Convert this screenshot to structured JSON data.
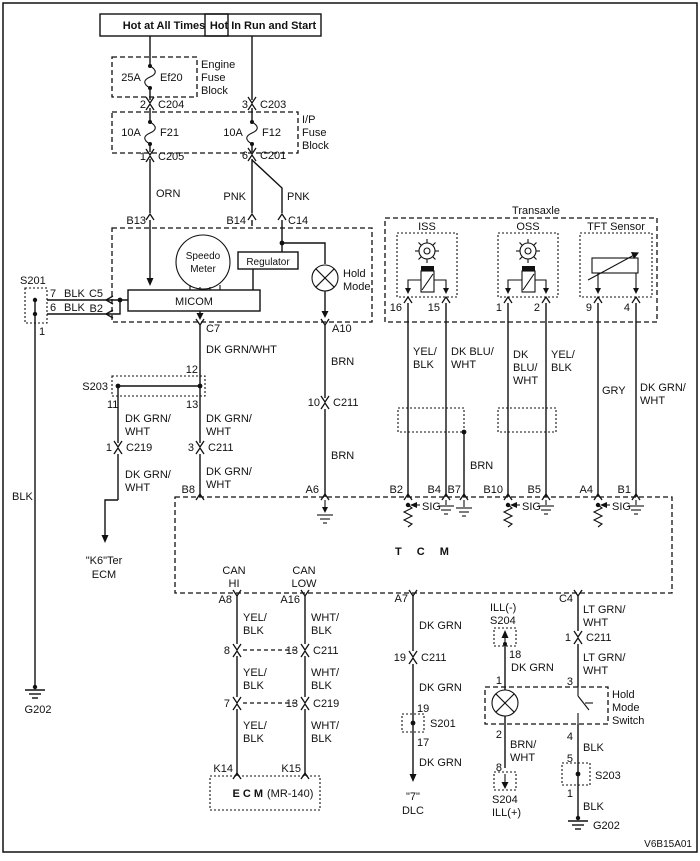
{
  "colors": {
    "line": "#111111",
    "background": "#ffffff"
  },
  "power": {
    "hot1": "Hot at All Times",
    "hot2": "Hot In Run and Start",
    "fuse_ef20_amp": "25A",
    "fuse_ef20_id": "Ef20",
    "efb": [
      "Engine",
      "Fuse",
      "Block"
    ],
    "c204_pin": "2",
    "c204": "C204",
    "c203_pin": "3",
    "c203": "C203",
    "fuse_f21_amp": "10A",
    "fuse_f21_id": "F21",
    "fuse_f12_amp": "10A",
    "fuse_f12_id": "F12",
    "ipfb": [
      "I/P",
      "Fuse",
      "Block"
    ],
    "c205_pin": "1",
    "c205": "C205",
    "c201_pin": "6",
    "c201": "C201",
    "orn": "ORN",
    "pnk1": "PNK",
    "pnk2": "PNK"
  },
  "cluster": {
    "b13": "B13",
    "b14": "B14",
    "c14": "C14",
    "speedo": [
      "Speedo",
      "Meter"
    ],
    "regulator": "Regulator",
    "micom": "MICOM",
    "hold": [
      "Hold",
      "Mode"
    ],
    "c7": "C7",
    "a10": "A10",
    "c5": "C5",
    "b2": "B2"
  },
  "s201_left": {
    "name": "S201",
    "p7": "7",
    "p6": "6",
    "blk1": "BLK",
    "blk2": "BLK",
    "p1": "1",
    "blk3": "BLK",
    "gnd": "G202"
  },
  "s203_mid": {
    "name": "S203",
    "p12": "12",
    "p11": "11",
    "p13": "13"
  },
  "branch_c7": {
    "w1": "DK GRN/WHT",
    "w2": [
      "DK GRN/",
      "WHT"
    ],
    "c211_pin": "3",
    "c211": "C211",
    "w3": [
      "DK GRN/",
      "WHT"
    ],
    "pin": "B8"
  },
  "branch_11": {
    "w1": [
      "DK GRN/",
      "WHT"
    ],
    "c219_pin": "1",
    "c219": "C219",
    "w2": [
      "DK GRN/",
      "WHT"
    ],
    "dest": [
      "\"K6\"Ter",
      "ECM"
    ]
  },
  "branch_hold": {
    "w1": "BRN",
    "c211_pin": "10",
    "c211": "C211",
    "w2": "BRN",
    "pin": "A6"
  },
  "transaxle": {
    "title": "Transaxle",
    "iss": "ISS",
    "oss": "OSS",
    "tft": "TFT Sensor",
    "p16": "16",
    "p15": "15",
    "p1": "1",
    "p2": "2",
    "p9": "9",
    "p4": "4",
    "w16": [
      "YEL/",
      "BLK"
    ],
    "w15": [
      "DK BLU/",
      "WHT"
    ],
    "w1": [
      "DK",
      "BLU/",
      "WHT"
    ],
    "w2": [
      "YEL/",
      "BLK"
    ],
    "w9": "GRY",
    "w4": [
      "DK GRN/",
      "WHT"
    ],
    "drain": "BRN"
  },
  "tcm": {
    "title": "T C M",
    "b8": "B8",
    "a6": "A6",
    "b2": "B2",
    "b4": "B4",
    "b7": "B7",
    "b10": "B10",
    "b5": "B5",
    "a4": "A4",
    "b1": "B1",
    "sig1": "SIG",
    "sig2": "SIG",
    "sig3": "SIG",
    "canhi": [
      "CAN",
      "HI"
    ],
    "canlow": [
      "CAN",
      "LOW"
    ],
    "a8": "A8",
    "a16": "A16",
    "a7": "A7",
    "c4": "C4"
  },
  "can": {
    "wl": [
      "YEL/",
      "BLK",
      "YEL/",
      "BLK",
      "YEL/",
      "BLK"
    ],
    "wr": [
      "WHT/",
      "BLK",
      "WHT/",
      "BLK",
      "WHT/",
      "BLK"
    ],
    "c211_pl": "8",
    "c211_pr": "13",
    "c211": "C211",
    "c219_pl": "7",
    "c219_pr": "13",
    "c219": "C219",
    "k14": "K14",
    "k15": "K15",
    "ecm_bold": "E C M",
    "ecm_sub": "(MR-140)"
  },
  "dlc": {
    "w1": "DK GRN",
    "c211_pin": "19",
    "c211": "C211",
    "w2": "DK GRN",
    "s201_in": "19",
    "s201": "S201",
    "s201_out": "17",
    "w3": "DK GRN",
    "dest1": "\"7\"",
    "dest2": "DLC"
  },
  "ill": {
    "neg": "ILL(-)",
    "s204a": "S204",
    "p18": "18",
    "w1": "DK GRN",
    "p1": "1",
    "p2": "2",
    "w2a": "BRN/",
    "w2b": "WHT",
    "p8": "8",
    "s204b": "S204",
    "pos": "ILL(+)"
  },
  "hold_switch": {
    "label": [
      "Hold",
      "Mode",
      "Switch"
    ],
    "p3": "3",
    "p4": "4",
    "blk1": "BLK",
    "p5": "5",
    "s203": "S203",
    "p1": "1",
    "blk2": "BLK",
    "gnd": "G202"
  },
  "c4_branch": {
    "w1": [
      "LT GRN/",
      "WHT"
    ],
    "c211_pin": "1",
    "c211": "C211",
    "w2": [
      "LT GRN/",
      "WHT"
    ]
  },
  "doc_id": "V6B15A01"
}
